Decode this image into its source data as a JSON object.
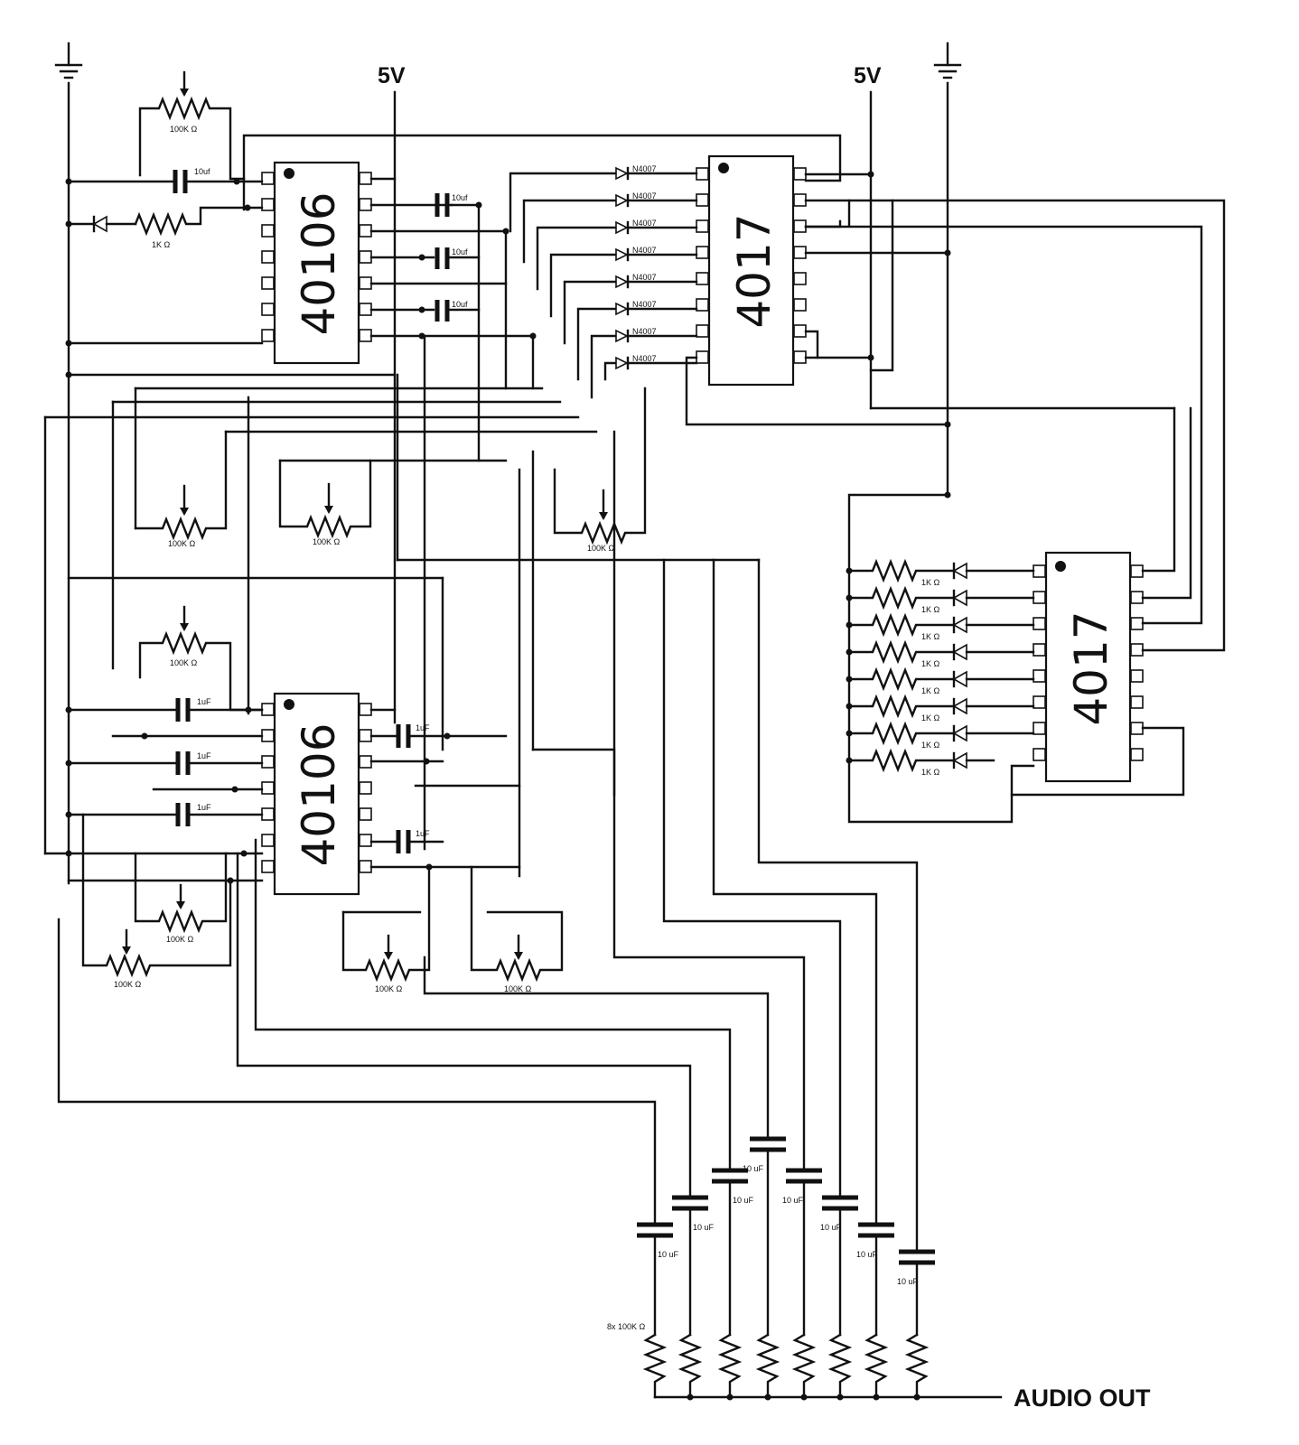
{
  "labels": {
    "power_5v_left": "5V",
    "power_5v_right": "5V",
    "audio_out": "AUDIO OUT",
    "chip_40106_top": "40106",
    "chip_40106_bottom": "40106",
    "chip_4017_top": "4017",
    "chip_4017_right": "4017",
    "res_100k": "100K Ω",
    "res_1k": "1K Ω",
    "cap_10uf": "10uf",
    "cap_1uf_upper": "1uF",
    "cap_1uf_lower": "1uF",
    "cap_10_uf": "10 uF",
    "diode": "N4007",
    "summing_resistors": "8x 100K Ω"
  }
}
